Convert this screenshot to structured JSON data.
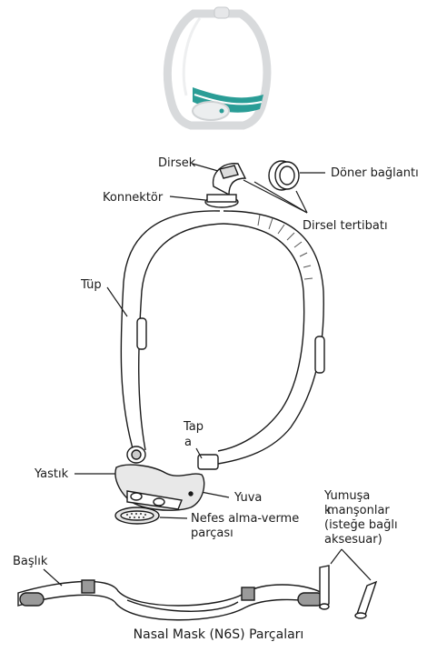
{
  "labels": {
    "dirsek": "Dirsek",
    "doner_baglanti": "Döner bağlantı",
    "konnektor": "Konnektör",
    "dirsel_tertibati": "Dirsel tertibatı",
    "tup": "Tüp",
    "tapa_line1": "Tap",
    "tapa_line2": "a",
    "yastik": "Yastık",
    "yuva": "Yuva",
    "nefes_line1": "Nefes alma-verme",
    "nefes_line2": "parçası",
    "yumusak_line1": "Yumuşa",
    "yumusak_line2": "k",
    "yumusak_line3": "manşonlar",
    "yumusak_line4": "(isteğe bağlı",
    "yumusak_line5": "aksesuar)",
    "baslik": "Başlık"
  },
  "caption": "Nasal Mask (N6S) Parçaları",
  "colors": {
    "accent": "#2a9d96",
    "line": "#1a1a1a",
    "frame": "#d8dadc"
  }
}
